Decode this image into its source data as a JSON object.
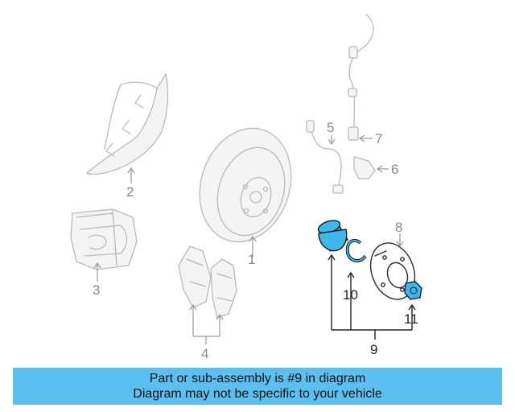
{
  "callouts": [
    "1",
    "2",
    "3",
    "4",
    "5",
    "6",
    "7",
    "8",
    "9",
    "10",
    "11"
  ],
  "banner": {
    "line1": "Part or sub-assembly is #9 in diagram",
    "line2": "Diagram may not be specific to your vehicle"
  },
  "colors": {
    "banner_bg": "#5bc0f0",
    "highlight_part": "#3fb7ea",
    "muted_part": "#b9b9b9"
  }
}
